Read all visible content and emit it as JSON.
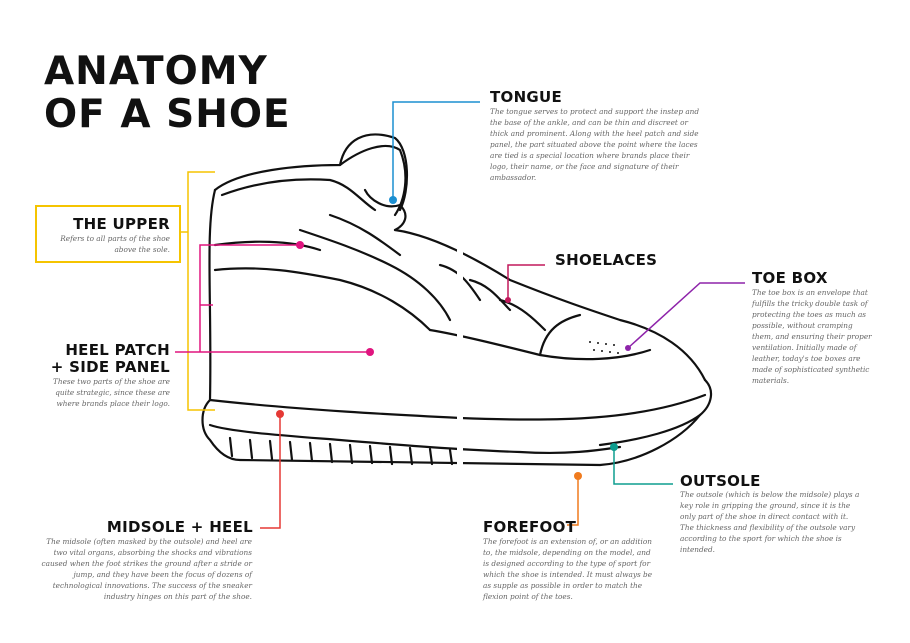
{
  "title": {
    "line1": "ANATOMY",
    "line2": "OF A SHOE"
  },
  "parts": {
    "tongue": {
      "heading": "TONGUE",
      "text": "The tongue serves to protect and support the instep and the base of the ankle, and can be thin and discreet or thick and prominent. Along with the heel patch and side panel, the part situated above the point where the laces are tied is a special location where brands place their logo, their name, or the face and signature of their ambassador.",
      "color": "#1b8fd1"
    },
    "upper": {
      "heading": "THE UPPER",
      "text": "Refers to all parts of the shoe above the sole.",
      "color": "#f5c400"
    },
    "heel_patch": {
      "heading1": "HEEL PATCH",
      "heading2": "+ SIDE PANEL",
      "text": "These two parts of the shoe are quite strategic, since these are where brands place their logo.",
      "color": "#e0157f"
    },
    "shoelaces": {
      "heading": "SHOELACES",
      "color": "#c2185b"
    },
    "toe_box": {
      "heading": "TOE BOX",
      "text": "The toe box is an envelope that fulfills the tricky double task of protecting the toes as much as possible, without cramping them, and ensuring their proper ventilation. Initially made of leather, today's toe boxes are made of sophisticated synthetic materials.",
      "color": "#8e24aa"
    },
    "outsole": {
      "heading": "OUTSOLE",
      "text": "The outsole (which is below the midsole) plays a key role in gripping the ground, since it is the only part of the shoe in direct contact with it. The thickness and flexibility of the outsole vary according to the sport for which the shoe is intended.",
      "color": "#0e9d8f"
    },
    "forefoot": {
      "heading": "FOREFOOT",
      "text": "The forefoot is an extension of, or an addition to, the midsole, depending on the model, and is designed according to the type of sport for which the shoe is intended. It must always be as supple as possible in order to match the flexion point of the toes.",
      "color": "#f07b1e"
    },
    "midsole": {
      "heading": "MIDSOLE + HEEL",
      "text": "The midsole (often masked by the outsole) and heel are two vital organs, absorbing the shocks and vibrations caused when the foot strikes the ground after a stride or jump, and they have been the focus of dozens of technological innovations. The success of the sneaker industry hinges on this part of the shoe.",
      "color": "#e53935"
    }
  }
}
